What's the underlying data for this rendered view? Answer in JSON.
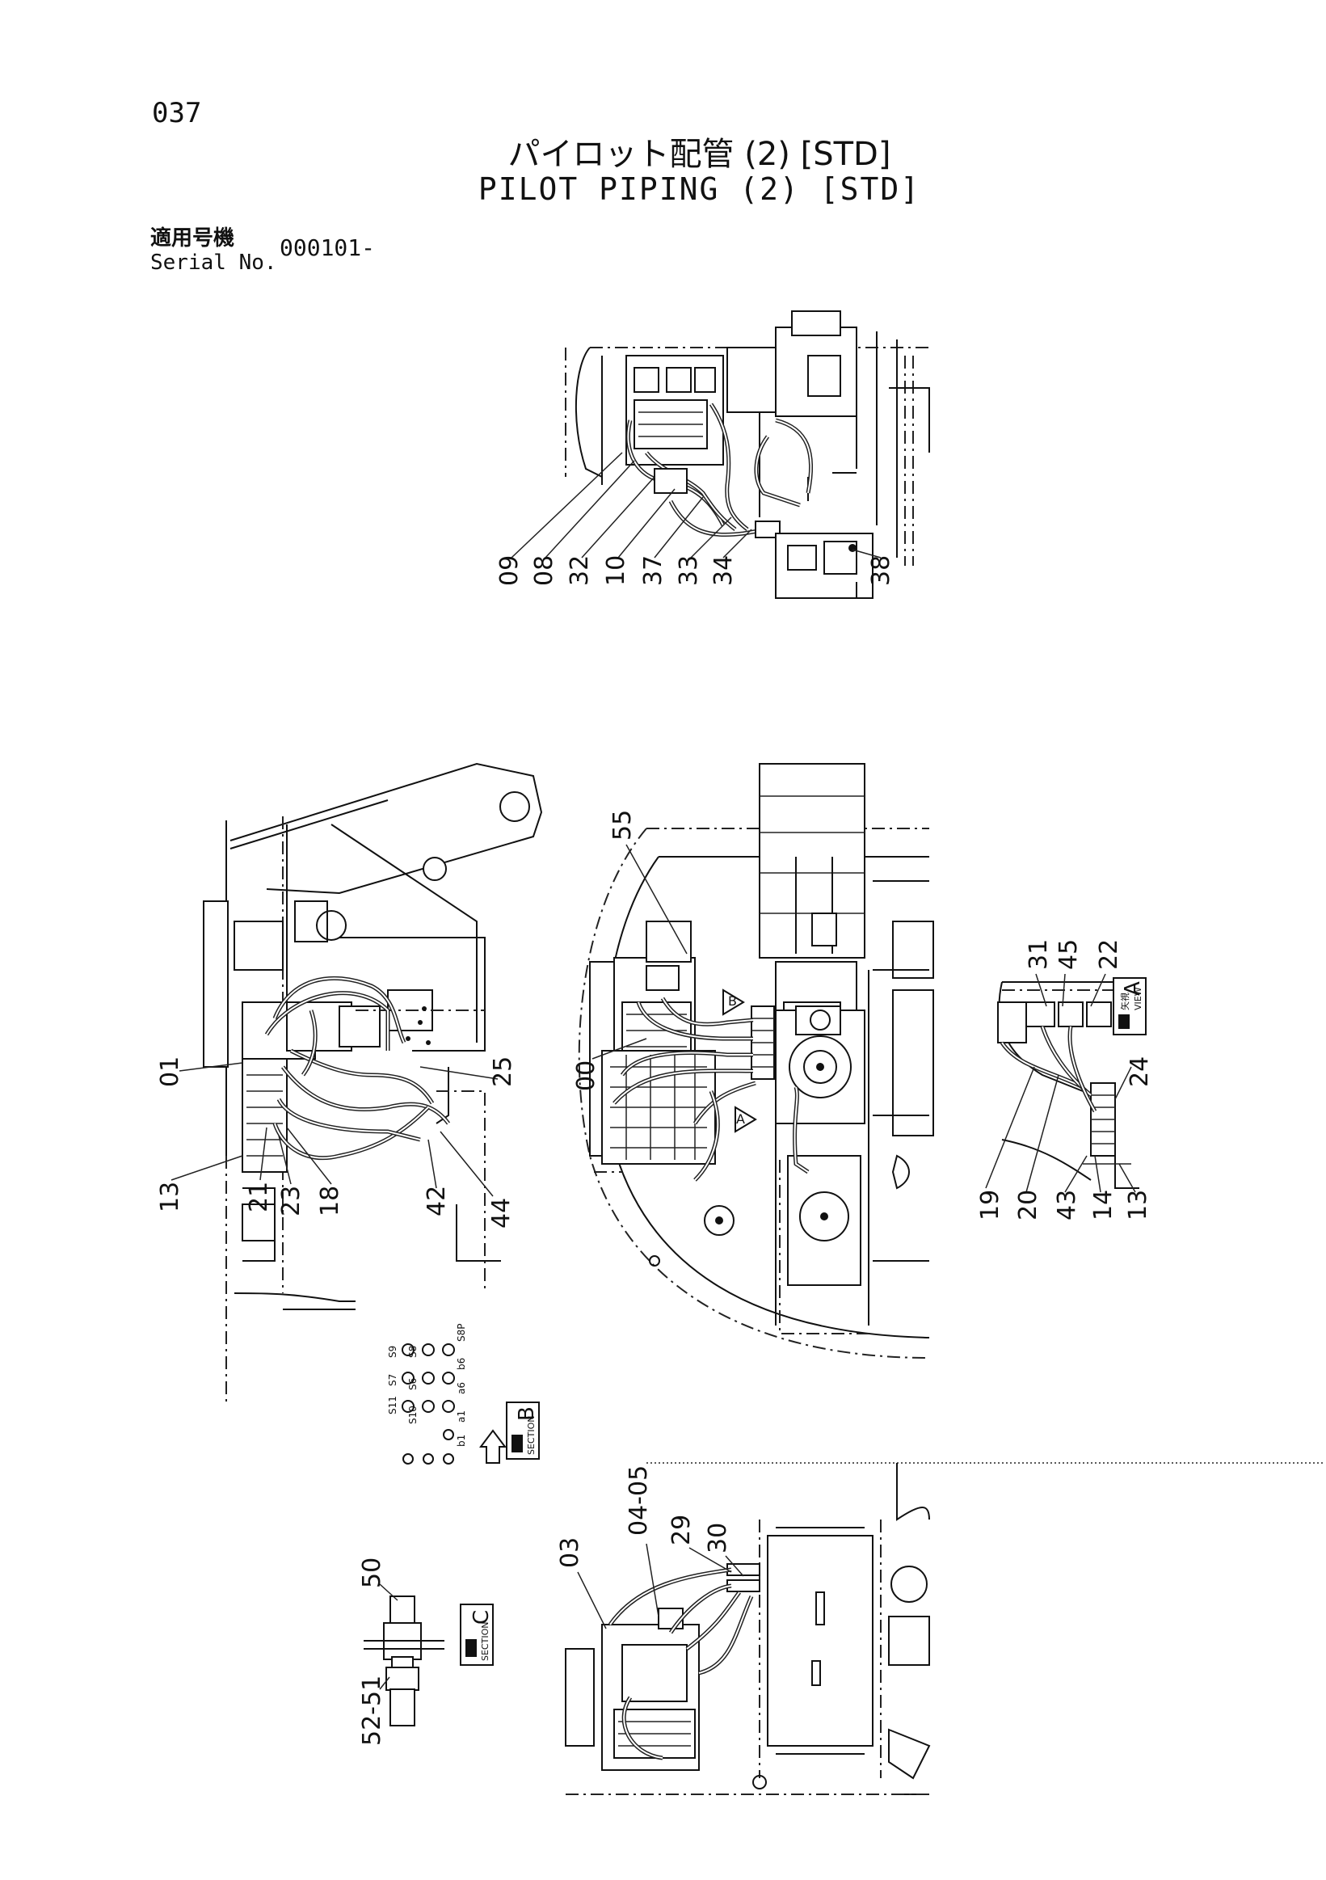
{
  "page": {
    "number": "037",
    "title_ja": "パイロット配管 (2) [STD]",
    "title_en": "PILOT PIPING (2) [STD]",
    "serial_label_ja": "適用号機",
    "serial_label_en": "Serial No.",
    "serial_value": "000101-"
  },
  "views": {
    "view_a_label": "A",
    "view_a_caption": "VIEW",
    "view_a_caption_ja": "矢視",
    "section_b_label": "B",
    "section_c_label": "C",
    "section_caption": "SECTION",
    "arrow_a": "A",
    "arrow_b": "B"
  },
  "port_labels": [
    "S11",
    "S7",
    "S9",
    "S10",
    "S6",
    "S8",
    "b1",
    "a1",
    "a6",
    "b6",
    "S8P"
  ],
  "callouts_top": [
    "09",
    "08",
    "32",
    "10",
    "37",
    "33",
    "34",
    "38"
  ],
  "callouts_left": [
    "01",
    "13",
    "21",
    "23",
    "18",
    "42",
    "44",
    "25"
  ],
  "callouts_center": [
    "55",
    "00"
  ],
  "callouts_view_a": [
    "31",
    "45",
    "22",
    "24",
    "19",
    "20",
    "43",
    "14",
    "13"
  ],
  "callouts_bottom": [
    "03",
    "04-05",
    "29",
    "30"
  ],
  "callouts_section_c": [
    "50",
    "52-51"
  ]
}
